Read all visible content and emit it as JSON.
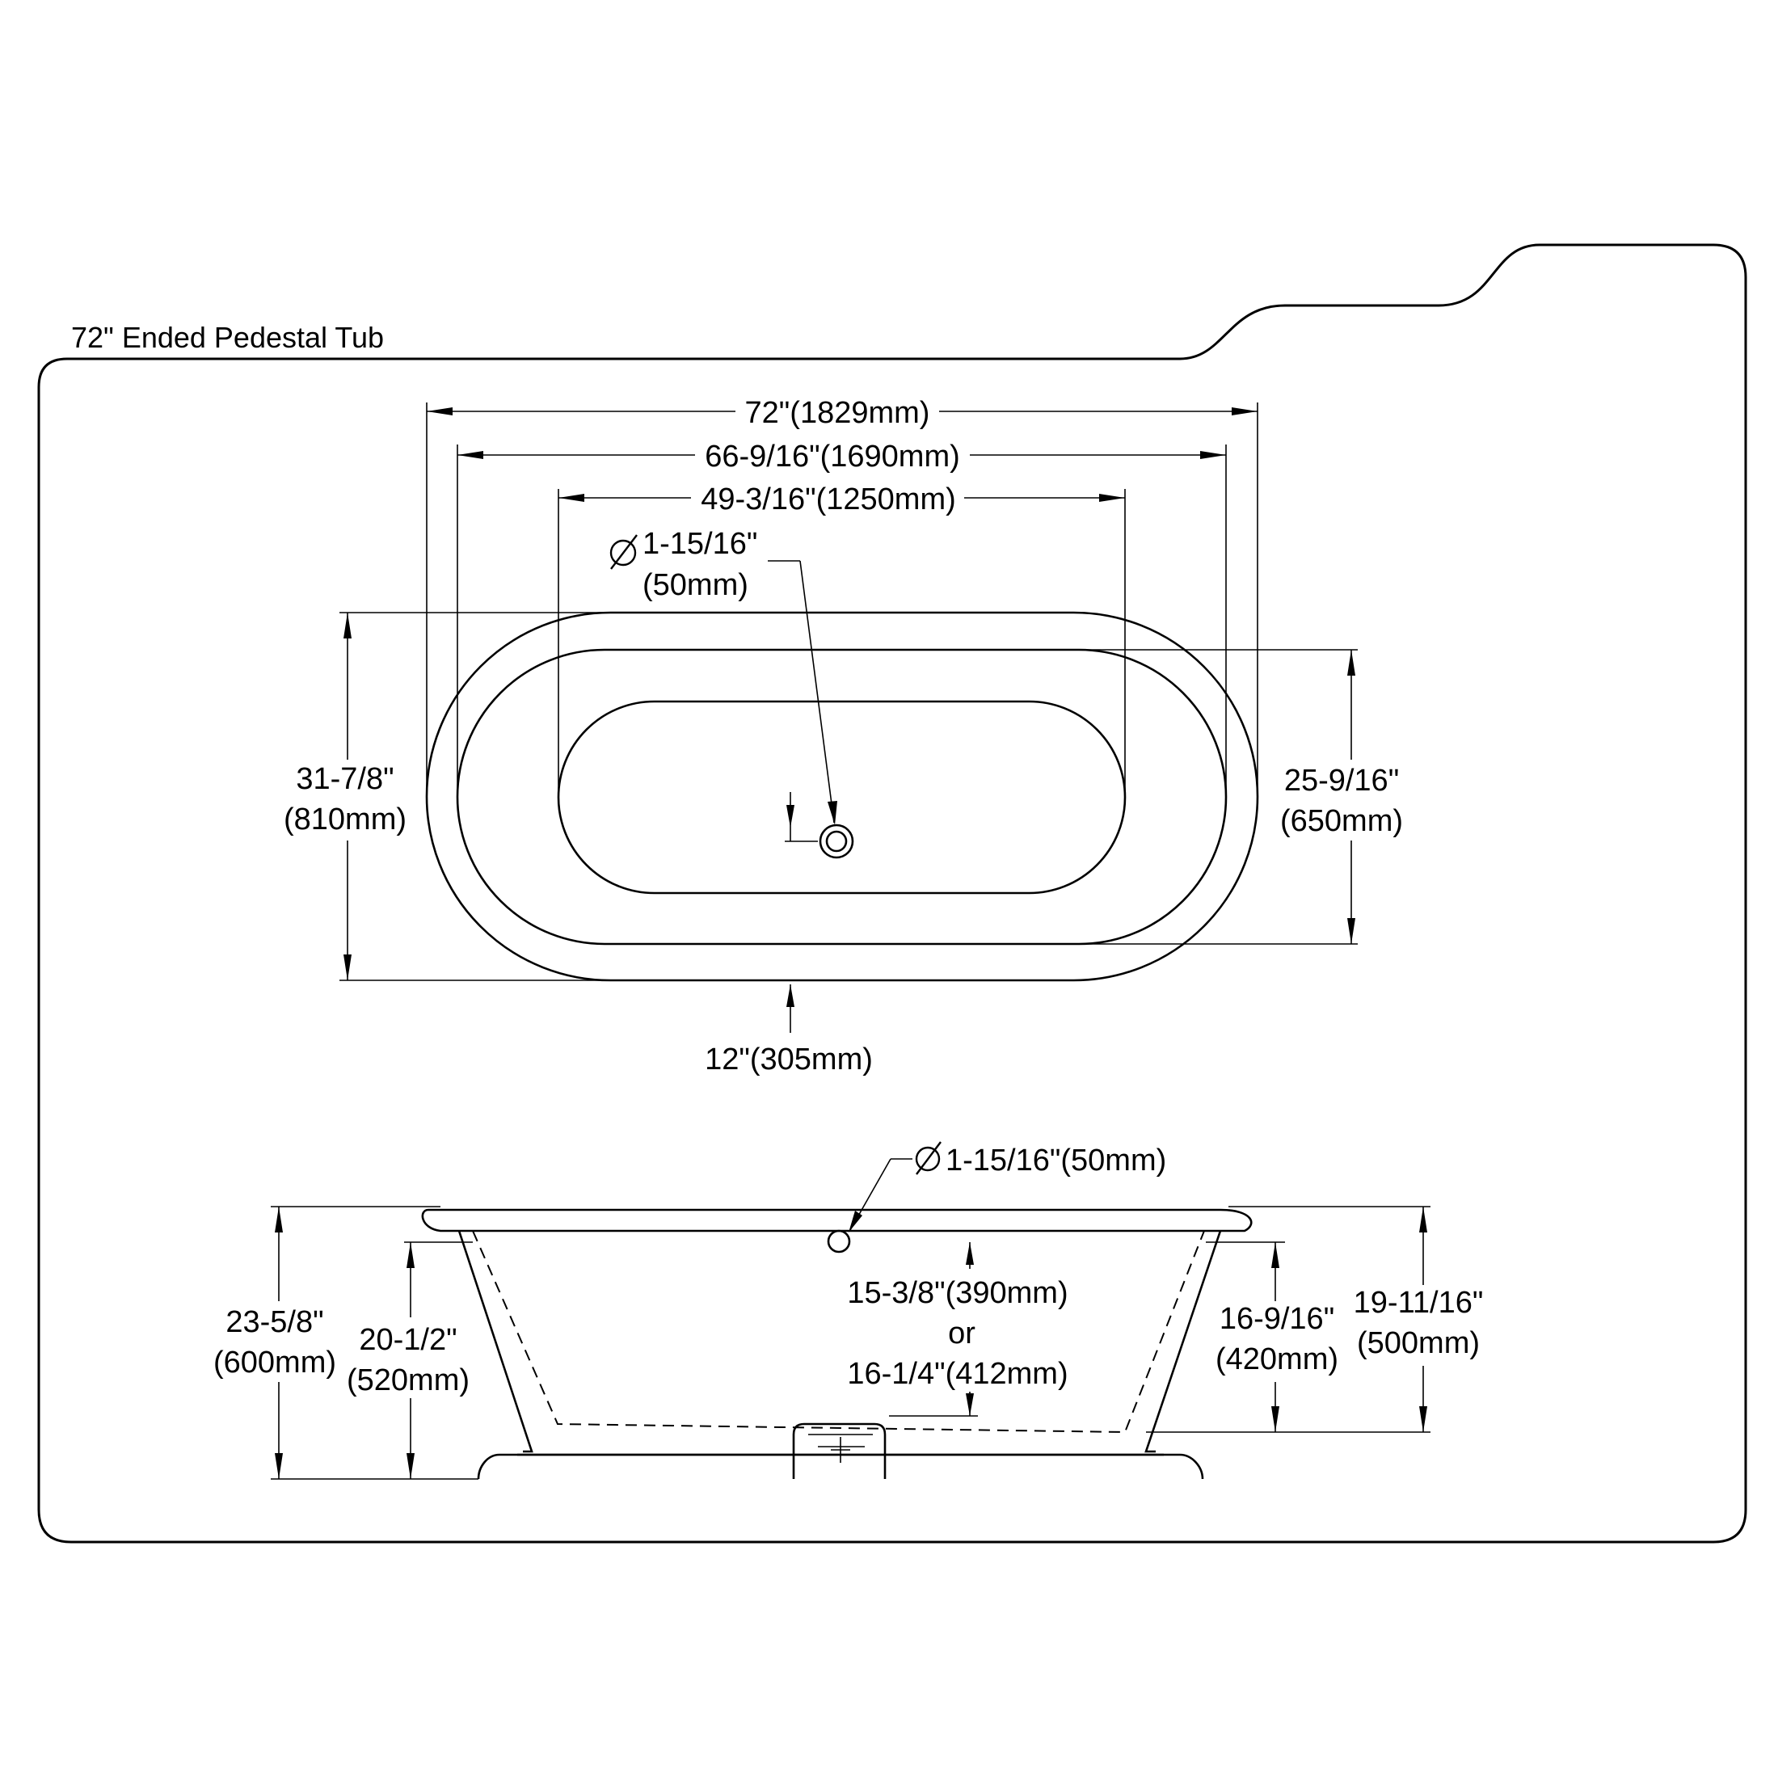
{
  "title": "72\" Ended Pedestal Tub",
  "top_view": {
    "overall_length": "72\"(1829mm)",
    "rim_length": "66-9/16\"(1690mm)",
    "basin_length": "49-3/16\"(1250mm)",
    "drain_diameter_in": "1-15/16\"",
    "drain_diameter_mm": "(50mm)",
    "overall_width_in": "31-7/8\"",
    "overall_width_mm": "(810mm)",
    "rim_width_in": "25-9/16\"",
    "rim_width_mm": "(650mm)",
    "drain_offset": "12\"(305mm)"
  },
  "side_view": {
    "drain_diameter": "1-15/16\"(50mm)",
    "overall_height_in": "23-5/8\"",
    "overall_height_mm": "(600mm)",
    "pedestal_height_in": "20-1/2\"",
    "pedestal_height_mm": "(520mm)",
    "water_depth_a": "15-3/8\"(390mm)",
    "water_depth_or": "or",
    "water_depth_b": "16-1/4\"(412mm)",
    "interior_depth_in": "16-9/16\"",
    "interior_depth_mm": "(420mm)",
    "body_height_in": "19-11/16\"",
    "body_height_mm": "(500mm)"
  }
}
